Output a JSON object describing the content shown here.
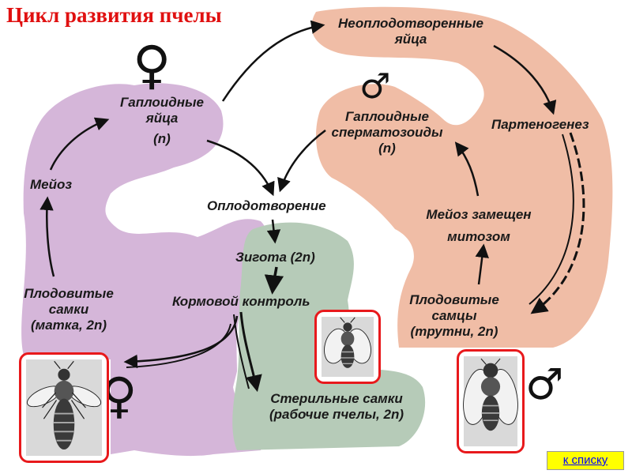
{
  "title": "Цикл развития пчелы",
  "colors": {
    "female_blob": "#d5b6d9",
    "male_blob": "#f0bda6",
    "worker_blob": "#b6cbb8",
    "frame": "#e8191c",
    "title": "#e01010",
    "nav_bg": "#ffff00",
    "nav_text": "#0000ff"
  },
  "labels": {
    "haploid_eggs": {
      "line1": "Гаплоидные",
      "line2": "яйца",
      "line3": "(n)"
    },
    "meiosis": "Мейоз",
    "fertile_females": {
      "line1": "Плодовитые",
      "line2": "самки",
      "line3": "(матка, 2n)"
    },
    "unfertilized_eggs": {
      "line1": "Неоплодотворенные",
      "line2": "яйца"
    },
    "parthenogenesis": "Партеногенез",
    "haploid_sperm": {
      "line1": "Гаплоидные",
      "line2": "сперматозоиды",
      "line3": "(n)"
    },
    "meiosis_replaced": {
      "line1": "Мейоз замещен",
      "line2": "митозом"
    },
    "fertile_males": {
      "line1": "Плодовитые",
      "line2": "самцы",
      "line3": "(трутни, 2n)"
    },
    "fertilization": "Оплодотворение",
    "zygote": "Зигота (2n)",
    "feeding_control": "Кормовой контроль",
    "sterile_females": {
      "line1": "Стерильные самки",
      "line2": "(рабочие пчелы, 2n)"
    }
  },
  "symbols": {
    "female": "♀",
    "male": "♂"
  },
  "images": {
    "queen": "queen-bee-illustration",
    "worker": "worker-bee-illustration",
    "drone": "drone-bee-illustration"
  },
  "nav": {
    "back_link": "к списку"
  }
}
